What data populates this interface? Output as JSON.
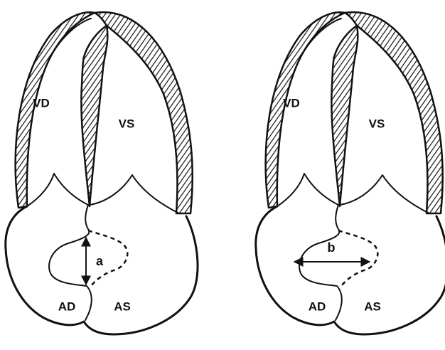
{
  "panels": [
    {
      "id": "left",
      "labels": {
        "rv": "VD",
        "lv": "VS",
        "ra": "AD",
        "la": "AS"
      },
      "measure": "a"
    },
    {
      "id": "right",
      "labels": {
        "rv": "VD",
        "lv": "VS",
        "ra": "AD",
        "la": "AS"
      },
      "measure": "b"
    }
  ]
}
